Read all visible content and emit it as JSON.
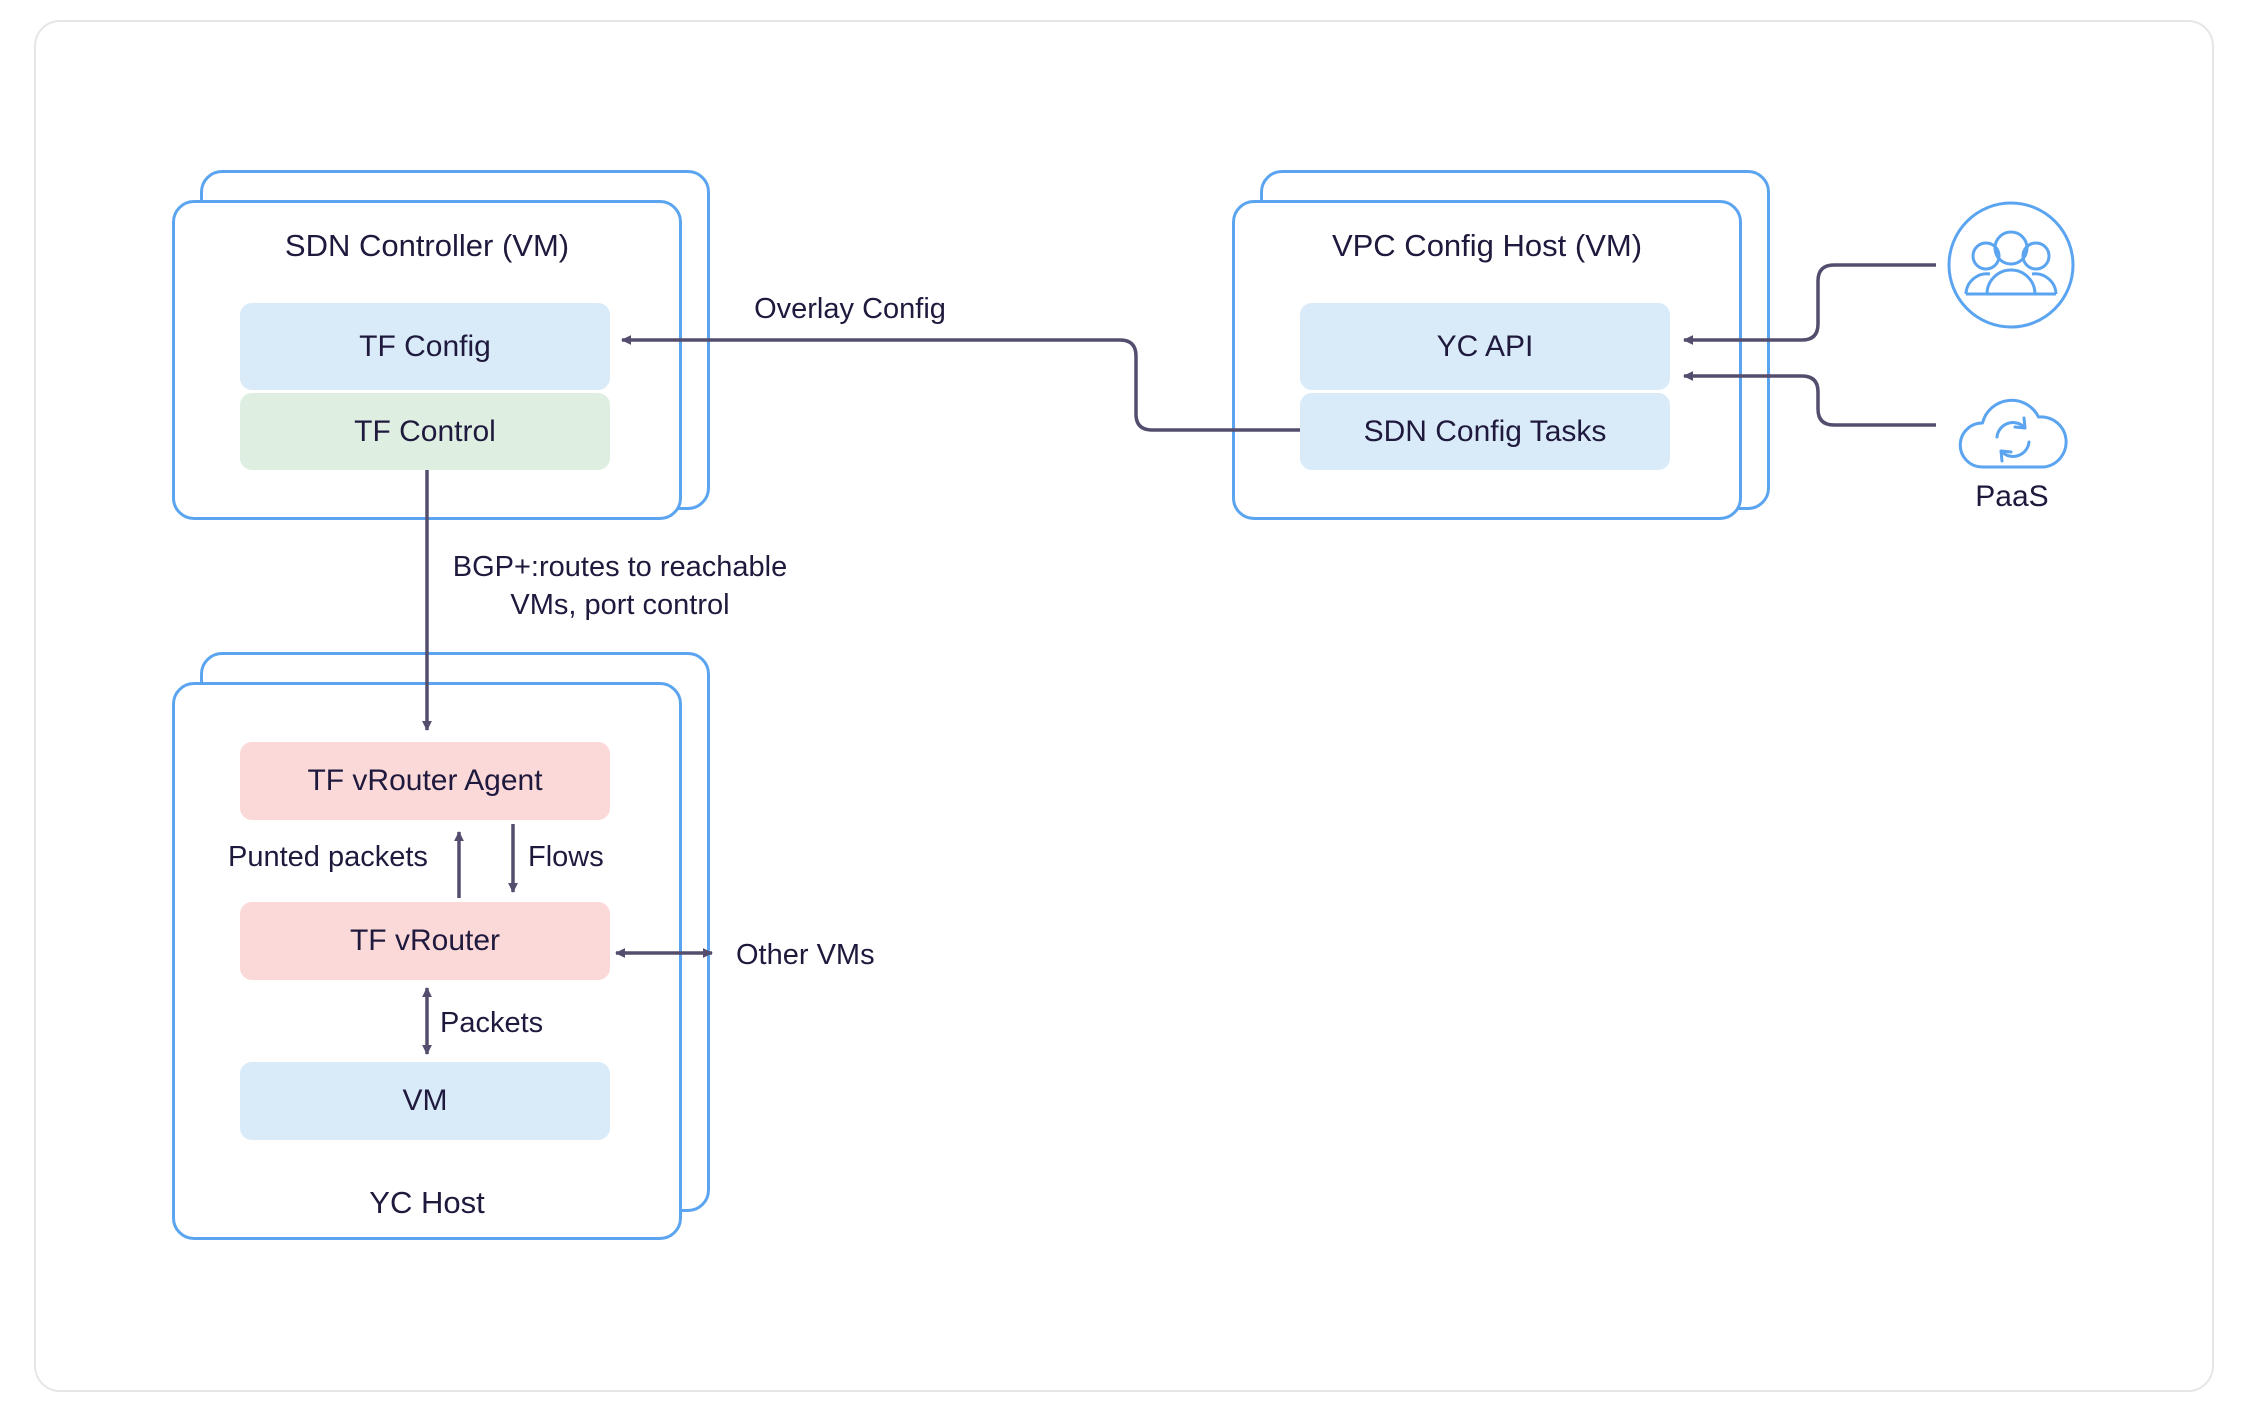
{
  "diagram": {
    "title_present": false,
    "colors": {
      "container_border": "#5ba4f0",
      "connector": "#554d6e",
      "text": "#1f1a3d",
      "fill_blue": "#d9eaf9",
      "fill_green": "#deefe1",
      "fill_pink": "#fbd9d9",
      "card_border": "#e6e6e8",
      "background": "#ffffff"
    },
    "containers": [
      {
        "id": "sdn-controller",
        "caption": "SDN Controller (VM)",
        "stacked": true,
        "components": [
          {
            "id": "tf-config",
            "label": "TF Config",
            "fill": "blue"
          },
          {
            "id": "tf-control",
            "label": "TF Control",
            "fill": "green"
          }
        ]
      },
      {
        "id": "vpc-config-host",
        "caption": "VPC Config Host (VM)",
        "stacked": true,
        "components": [
          {
            "id": "yc-api",
            "label": "YC API",
            "fill": "blue"
          },
          {
            "id": "sdn-config-tasks",
            "label": "SDN Config Tasks",
            "fill": "blue"
          }
        ]
      },
      {
        "id": "yc-host",
        "caption": "YC Host",
        "stacked": true,
        "components": [
          {
            "id": "tf-vrouter-agent",
            "label": "TF vRouter Agent",
            "fill": "pink"
          },
          {
            "id": "tf-vrouter",
            "label": "TF vRouter",
            "fill": "pink"
          },
          {
            "id": "vm",
            "label": "VM",
            "fill": "blue"
          }
        ]
      }
    ],
    "external_nodes": [
      {
        "id": "users",
        "icon": "users-icon",
        "label": ""
      },
      {
        "id": "paas",
        "icon": "cloud-sync-icon",
        "label": "PaaS"
      }
    ],
    "edge_labels": {
      "overlay_config": "Overlay Config",
      "bgp": "BGP+:routes to reachable\nVMs, port control",
      "punted_packets": "Punted packets",
      "flows": "Flows",
      "packets": "Packets",
      "other_vms": "Other VMs"
    }
  }
}
